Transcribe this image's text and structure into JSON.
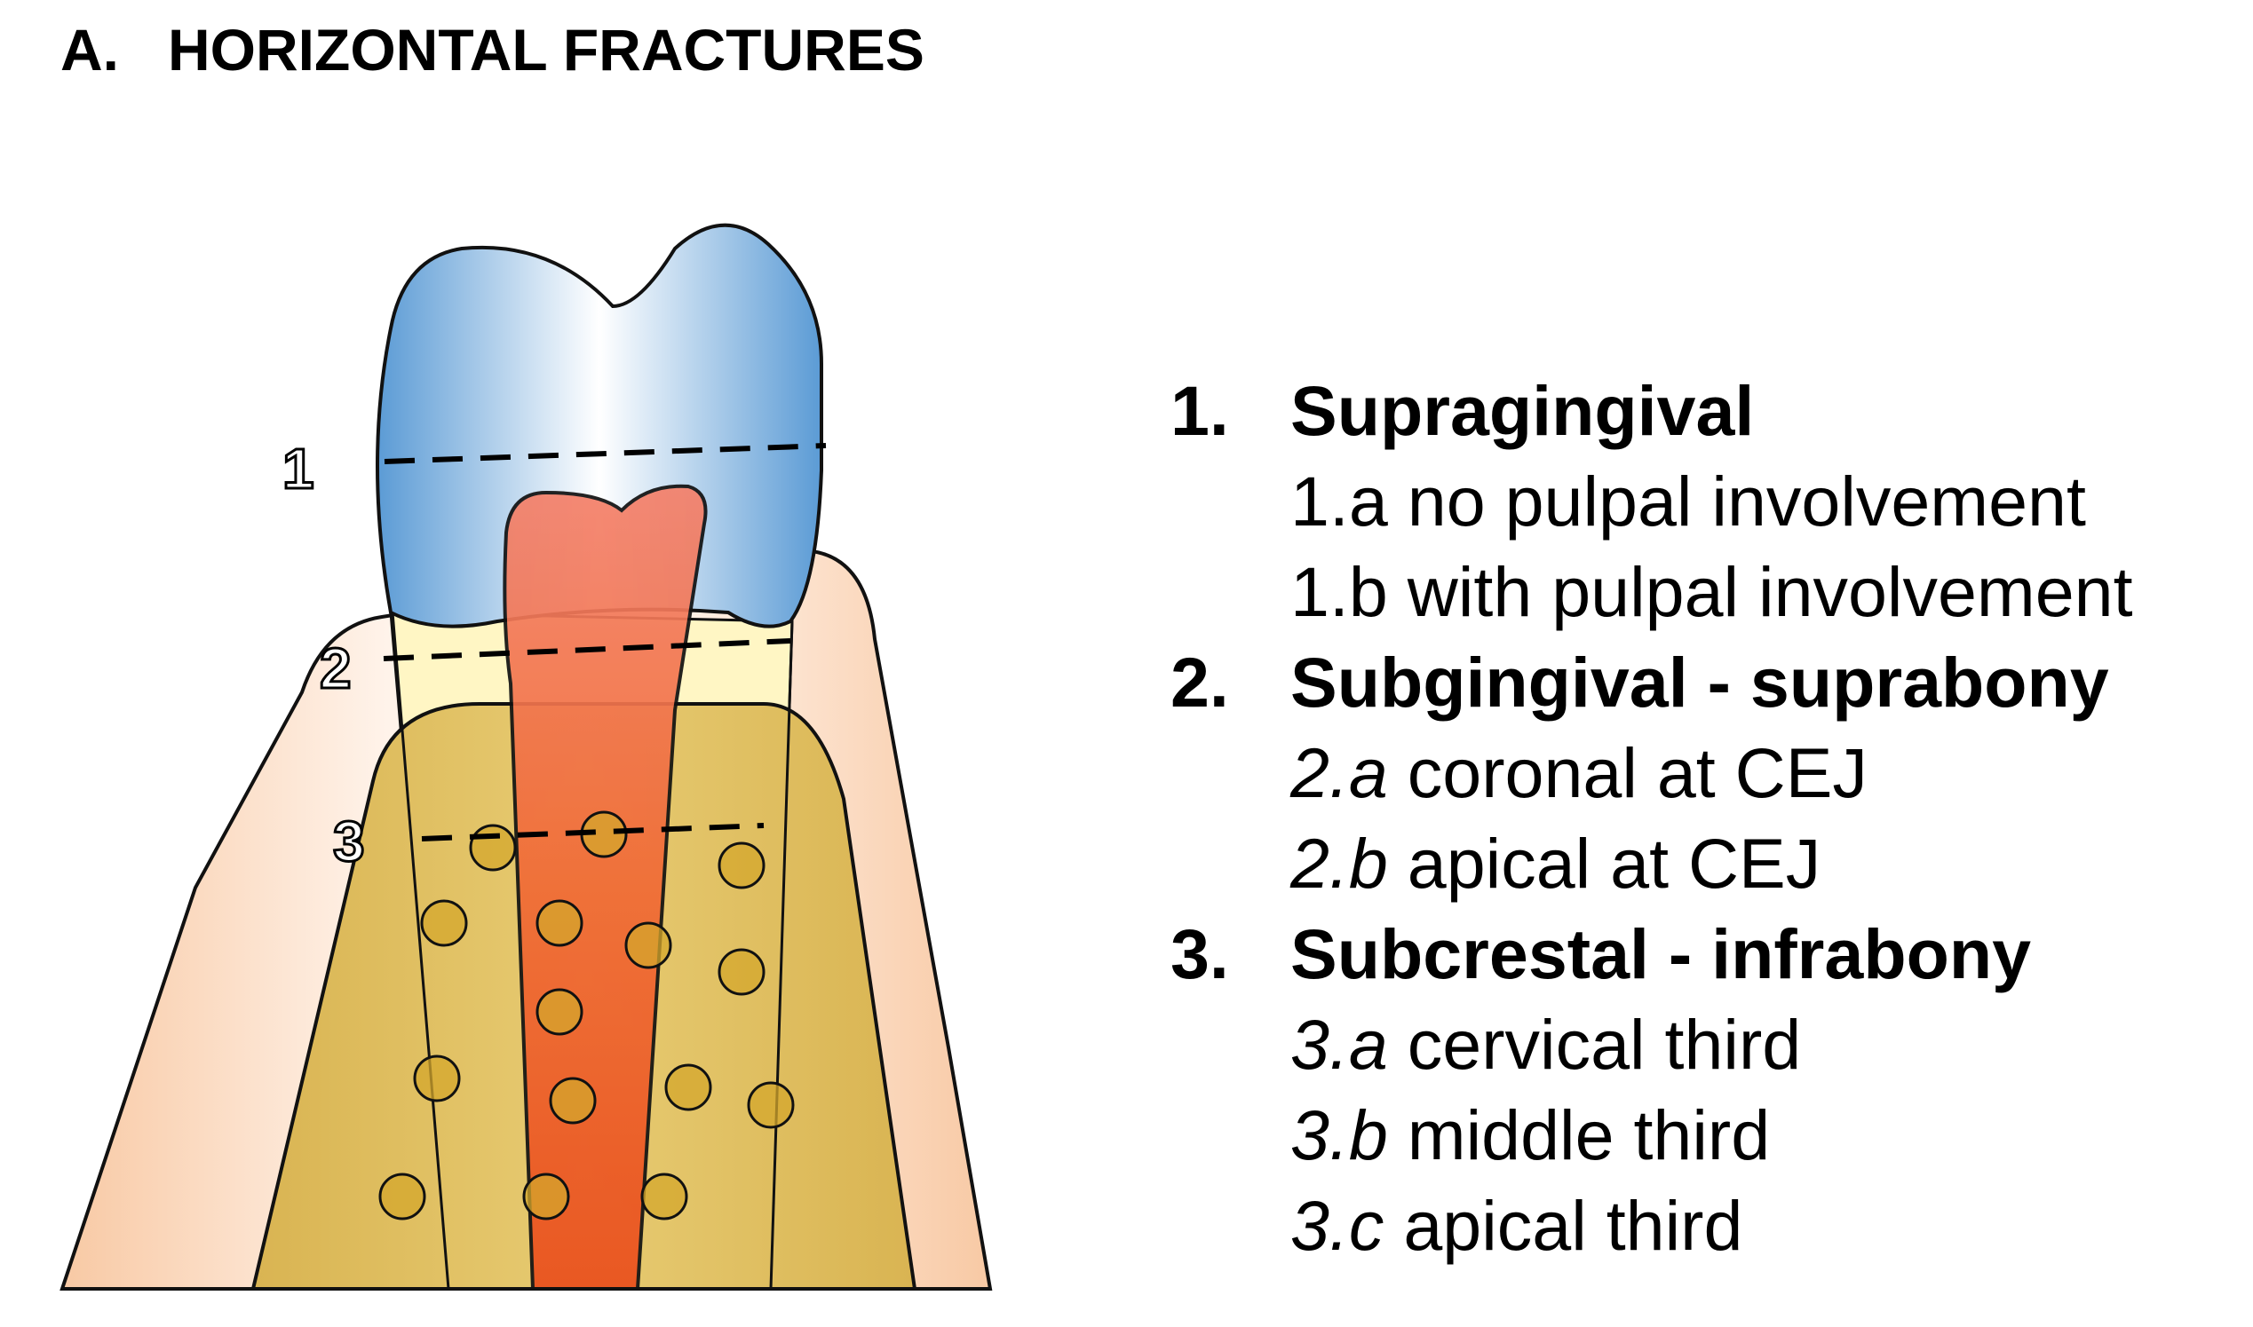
{
  "title": "A.   HORIZONTAL FRACTURES",
  "markers": [
    "1",
    "2",
    "3"
  ],
  "legend": [
    {
      "num": "1.",
      "heading": "Supragingival",
      "items": [
        {
          "code": "1.a",
          "text": "no pulpal involvement",
          "italic_code": false
        },
        {
          "code": "1.b",
          "text": "with pulpal involvement",
          "italic_code": false
        }
      ]
    },
    {
      "num": "2.",
      "heading": "Subgingival - suprabony",
      "items": [
        {
          "code": "2.a",
          "text": "coronal at CEJ",
          "italic_code": true
        },
        {
          "code": "2.b",
          "text": "apical at CEJ",
          "italic_code": true
        }
      ]
    },
    {
      "num": "3.",
      "heading": "Subcrestal - infrabony",
      "items": [
        {
          "code": "3.a",
          "text": "cervical third",
          "italic_code": true
        },
        {
          "code": "3.b",
          "text": "middle third",
          "italic_code": true
        },
        {
          "code": "3.c",
          "text": "apical third",
          "italic_code": true
        }
      ]
    }
  ],
  "colors": {
    "enamel": "#5b9bd5",
    "pulp": "#f06a35",
    "bone": "#d9b452",
    "gingiva": "#f8c9a4",
    "cervical_dentin": "#fff6c4",
    "fracture_line": "#000000"
  }
}
